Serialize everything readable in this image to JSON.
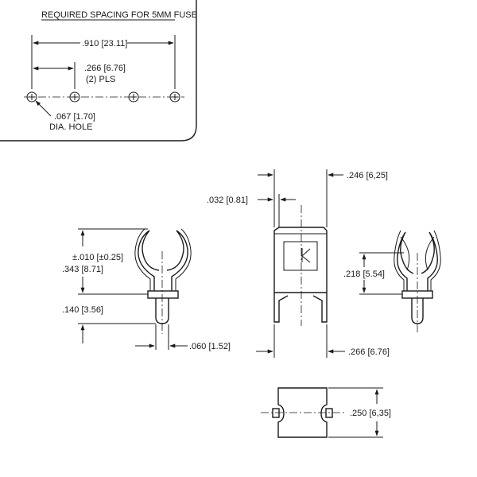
{
  "spacing_panel": {
    "title": "REQUIRED SPACING FOR 5MM FUSE",
    "overall": ".910 [23.11]",
    "pitch": ".266 [6.76]",
    "pitch_note": "(2) PLS",
    "hole": ".067 [1.70]",
    "hole_note": "DIA. HOLE"
  },
  "side_view": {
    "tolerance": "±.010 [±0.25]",
    "height": ".343 [8.71]",
    "pin_length": ".140 [3.56]",
    "pin_width": ".060 [1.52]"
  },
  "front_view": {
    "width": ".246 [6,25]",
    "thickness": ".032 [0.81]",
    "pin_spacing": ".266 [6.76]"
  },
  "end_view": {
    "clip_height": ".218 [5.54]"
  },
  "bottom_view": {
    "depth": ".250 [6,35]"
  }
}
